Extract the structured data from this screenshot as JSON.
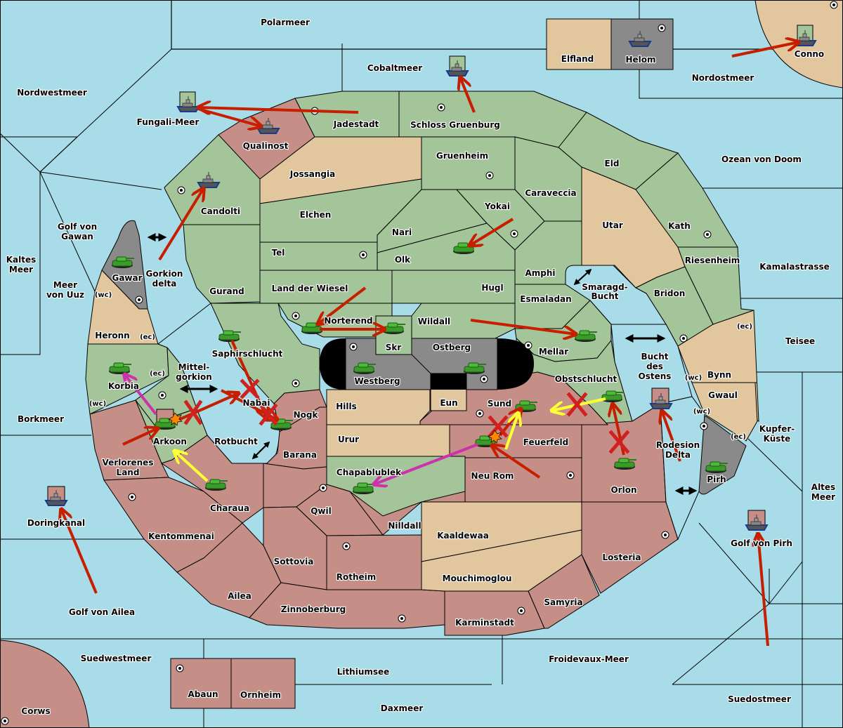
{
  "title": "Diplomacy Map",
  "colors": {
    "sea": "#a8dce8",
    "power_green": "#a4c59a",
    "power_red": "#c58e87",
    "neutral_tan": "#e2c79e",
    "power_gray": "#8a8a8a",
    "order_move": "#c81e00",
    "order_support_yellow": "#ffff33",
    "order_retreat_magenta": "#cc33aa"
  },
  "labels": {
    "polarmeer": "Polarmeer",
    "cobaltmeer": "Cobaltmeer",
    "nordwestmeer": "Nordwestmeer",
    "fungali_meer": "Fungali-Meer",
    "qualinost": "Qualinost",
    "jadestadt": "Jadestadt",
    "schloss_gruenburg": "Schloss Gruenburg",
    "elfland": "Elfland",
    "helom": "Helom",
    "conno": "Conno",
    "nordostmeer": "Nordostmeer",
    "ozean_von_doom": "Ozean von Doom",
    "eld": "Eld",
    "gruenheim": "Gruenheim",
    "jossangia": "Jossangia",
    "candolti": "Candolti",
    "elchen": "Elchen",
    "caraveccia": "Caraveccia",
    "yokai": "Yokai",
    "nari": "Nari",
    "olk": "Olk",
    "tel": "Tel",
    "utar": "Utar",
    "kath": "Kath",
    "riesenheim": "Riesenheim",
    "kamalastrasse": "Kamalastrasse",
    "golf_von_gawan": "Golf von\nGawan",
    "kaltes_meer": "Kaltes\nMeer",
    "meer_von_uuz": "Meer\nvon Uuz",
    "gawar": "Gawar",
    "gorkion_delta": "Gorkion\ndelta",
    "gurand": "Gurand",
    "land_der_wiesel": "Land der Wiesel",
    "hugl": "Hugl",
    "amphi": "Amphi",
    "esmaladan": "Esmaladan",
    "smaragd_bucht": "Smaragd-\nBucht",
    "bridon": "Bridon",
    "heronn": "Heronn",
    "norterend": "Norterend",
    "skr": "Skr",
    "wildall": "Wildall",
    "mellar": "Mellar",
    "teisee": "Teisee",
    "saphirschlucht": "Saphirschlucht",
    "ostberg": "Ostberg",
    "westberg": "Westberg",
    "obstschlucht": "Obstschlucht",
    "bucht_des_ostens": "Bucht\ndes\nOstens",
    "bynn": "Bynn",
    "gwaul": "Gwaul",
    "korbia": "Korbia",
    "mittelgorkion": "Mittel-\ngorkion",
    "nabai": "Nabai",
    "hills": "Hills",
    "eun": "Eun",
    "sund": "Sund",
    "kupfer_kueste": "Kupfer-\nKüste",
    "borkmeer": "Borkmeer",
    "nogk": "Nogk",
    "arkoon": "Arkoon",
    "rotbucht": "Rotbucht",
    "urur": "Urur",
    "feuerfeld": "Feuerfeld",
    "rodesion_delta": "Rodesion\nDelta",
    "barana": "Barana",
    "verlorenes_land": "Verlorenes\nLand",
    "chapablublek": "Chapablublek",
    "neu_rom": "Neu Rom",
    "orlon": "Orlon",
    "pirh": "Pirh",
    "altes_meer": "Altes\nMeer",
    "doringkanal": "Doringkanal",
    "charaua": "Charaua",
    "qwil": "Qwil",
    "nilldall": "Nilldall",
    "golf_von_pirh": "Golf von Pirh",
    "kentommenai": "Kentommenai",
    "kaaldewaa": "Kaaldewaa",
    "sottovia": "Sottovia",
    "losteria": "Losteria",
    "rotheim": "Rotheim",
    "mouchimoglou": "Mouchimoglou",
    "ailea": "Ailea",
    "samyria": "Samyria",
    "golf_von_ailea": "Golf von Ailea",
    "zinnoberburg": "Zinnoberburg",
    "karminstadt": "Karminstadt",
    "suedwestmeer": "Suedwestmeer",
    "froidevaux_meer": "Froidevaux-Meer",
    "lithiumsee": "Lithiumsee",
    "abaun": "Abaun",
    "ornheim": "Ornheim",
    "suedostmeer": "Suedostmeer",
    "daxmeer": "Daxmeer",
    "corws": "Corws",
    "coast_wc": "(wc)",
    "coast_ec": "(ec)"
  },
  "units": [
    {
      "type": "fleet",
      "power": "green",
      "province": "Fungali-Meer",
      "dislodged": true
    },
    {
      "type": "fleet",
      "power": "gray",
      "province": "Qualinost"
    },
    {
      "type": "fleet",
      "power": "green",
      "province": "Cobaltmeer",
      "dislodged": true
    },
    {
      "type": "fleet",
      "power": "gray",
      "province": "Helom"
    },
    {
      "type": "fleet",
      "power": "green",
      "province": "Conno",
      "dislodged": true
    },
    {
      "type": "fleet",
      "power": "gray",
      "province": "Candolti"
    },
    {
      "type": "army",
      "power": "gray",
      "province": "Gawar"
    },
    {
      "type": "army",
      "power": "green",
      "province": "Olk"
    },
    {
      "type": "army",
      "power": "green",
      "province": "Norterend"
    },
    {
      "type": "army",
      "power": "green",
      "province": "Skr"
    },
    {
      "type": "army",
      "power": "green",
      "province": "Mellar"
    },
    {
      "type": "army",
      "power": "green",
      "province": "Saphirschlucht"
    },
    {
      "type": "army",
      "power": "green",
      "province": "Westberg"
    },
    {
      "type": "army",
      "power": "green",
      "province": "Ostberg"
    },
    {
      "type": "army",
      "power": "green",
      "province": "Korbia"
    },
    {
      "type": "army",
      "power": "green",
      "province": "Arkoon",
      "dislodged": true
    },
    {
      "type": "army",
      "power": "green",
      "province": "Nogk"
    },
    {
      "type": "army",
      "power": "green",
      "province": "Sund"
    },
    {
      "type": "army",
      "power": "green",
      "province": "Obstschlucht"
    },
    {
      "type": "army",
      "power": "green",
      "province": "Feuerfeld",
      "dislodged": true
    },
    {
      "type": "army",
      "power": "green",
      "province": "Chapablublek"
    },
    {
      "type": "army",
      "power": "green",
      "province": "Charaua"
    },
    {
      "type": "army",
      "power": "green",
      "province": "Orlon"
    },
    {
      "type": "army",
      "power": "green",
      "province": "Pirh"
    },
    {
      "type": "fleet",
      "power": "red",
      "province": "Rodesion Delta",
      "dislodged": true
    },
    {
      "type": "fleet",
      "power": "red",
      "province": "Doringkanal",
      "dislodged": true
    },
    {
      "type": "fleet",
      "power": "red",
      "province": "Golf von Pirh",
      "dislodged": true
    }
  ],
  "legend_icons": {
    "fleet": "ship-icon",
    "army": "tank-icon",
    "supply_center": "supply-center-icon",
    "failed_order": "x-mark-icon",
    "bounce": "explosion-icon",
    "convoy_link": "double-arrow-icon"
  }
}
